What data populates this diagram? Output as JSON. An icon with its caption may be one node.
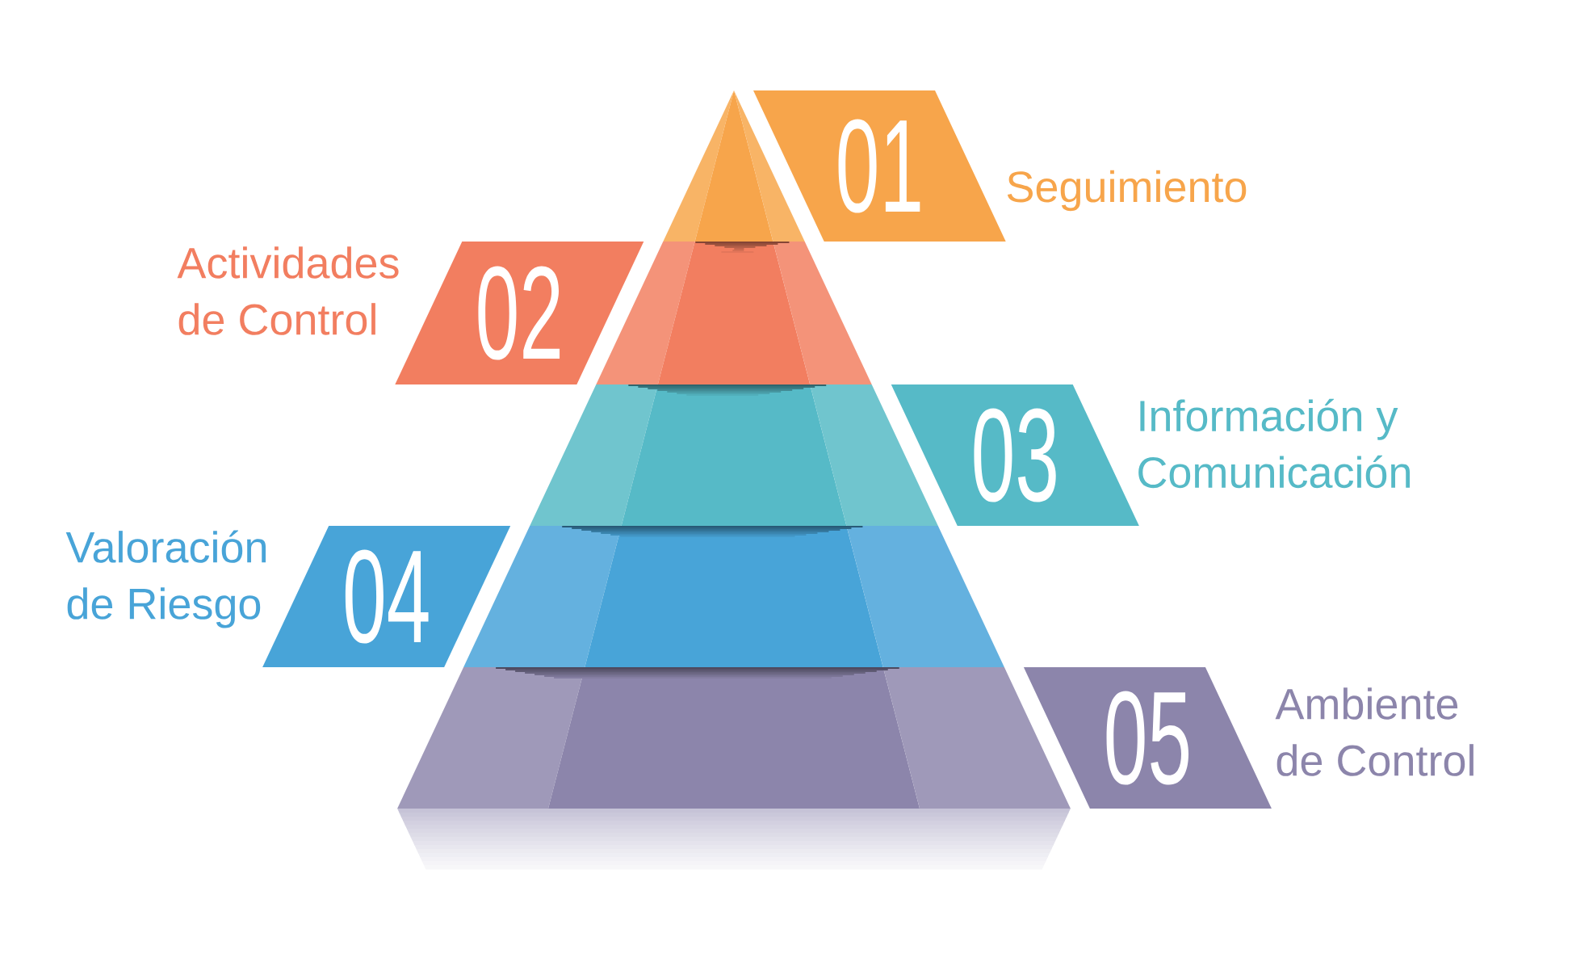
{
  "diagram": {
    "nodes": [
      {
        "text": [],
        "shape": "triangle"
      },
      {
        "text": [
          "01"
        ],
        "beside": [
          "Seguimiento"
        ]
      },
      {
        "text": [
          "02"
        ],
        "beside": [
          "Actividades de Control"
        ]
      },
      {
        "text": [],
        "shape": "trapezoid"
      },
      {
        "text": [],
        "shape": "trapezoid"
      },
      {
        "text": [
          "03"
        ],
        "beside": [
          "Información y Comunicación"
        ]
      },
      {
        "text": [
          "04"
        ],
        "beside": [
          "Valoración de Riesgo"
        ]
      },
      {
        "text": [],
        "shape": "trapezoid"
      },
      {
        "text": [],
        "shape": "trapezoid"
      },
      {
        "text": [
          "05"
        ],
        "beside": [
          "Ambiente de Control"
        ]
      }
    ]
  }
}
